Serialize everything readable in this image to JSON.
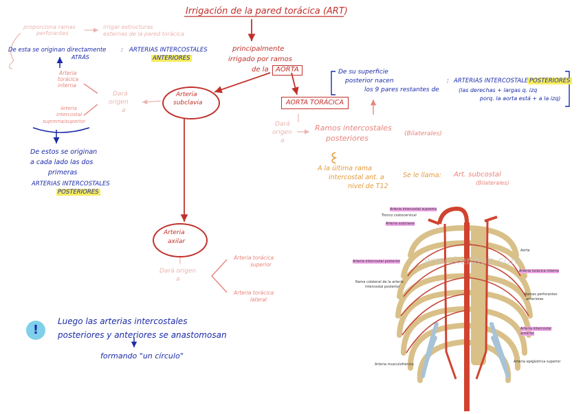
{
  "title": "Irrigación de la pared torácica (ART)",
  "principal": [
    "principalmente",
    "irrigado por ramos",
    "de la"
  ],
  "aorta_word": "AORTA",
  "top_left": {
    "perforantes": [
      "proporciona ramas",
      "perforantes"
    ],
    "irrigar": [
      "irrigar estructuras",
      "externas de la pared torácica"
    ],
    "directa": "De esta se originan directamente",
    "directa2": "ATRÁS",
    "arterias_intercostales": "ARTERIAS INTERCOSTALES",
    "anteriores": "ANTERIORES",
    "toracica_interna": [
      "Arteria",
      "torácica",
      "interna"
    ],
    "dara_origen": [
      "Dará",
      "origen",
      "a"
    ],
    "intercostal_suprema": [
      "Arteria",
      "intercostal",
      "suprema/superior"
    ],
    "de_estos": [
      "De estos se originan",
      "a cada lado las dos",
      "primeras"
    ],
    "ai_posteriores": [
      "ARTERIAS INTERCOSTALES",
      "POSTERIORES"
    ]
  },
  "subclavia": [
    "Arteria",
    "subclavia"
  ],
  "aorta_toracica": "AORTA TORÁCICA",
  "right_block": {
    "superficie": [
      "De su superficie",
      "posterior nacen"
    ],
    "nueve_pares": "los 9 pares restantes de",
    "arterias_post": "ARTERIAS INTERCOSTALES",
    "posteriores": "POSTERIORES",
    "nota": [
      "(las derechas + largas q. izq",
      "porq. la aorta está + a la izq)"
    ]
  },
  "ramos": {
    "dara": [
      "Dará",
      "origen",
      "a"
    ],
    "ramos_intercostales": [
      "Ramos intercostales",
      "posteriores"
    ],
    "bilaterales": "(Bilaterales)"
  },
  "ultima": {
    "texto": [
      "A la última rama",
      "intercostal ant. a",
      "nivel de T12"
    ],
    "se_le_llama": "Se le llama:",
    "subcostal": [
      "Art. subcostal",
      "(Bilaterales)"
    ]
  },
  "axilar": {
    "oval": [
      "Arteria",
      "axilar"
    ],
    "dara": [
      "Dará origen",
      "a"
    ],
    "superior": [
      "Arteria torácica",
      "superior"
    ],
    "lateral": [
      "Arteria torácica",
      "lateral"
    ]
  },
  "note": {
    "icon": "!",
    "line1": "Luego las arterias intercostales",
    "line2": "posteriores y anteriores se anastomosan",
    "line3": "formando \"un círculo\""
  },
  "figure": {
    "watermark": "www.kenhub.com",
    "labels": {
      "suprema": "Arteria intercostal suprema",
      "costocervical": "Tronco costocervical",
      "subclavia": "Arteria subclavia",
      "subcostal_post": "Arteria intercostal posterior",
      "rama_colateral": [
        "Rama colateral de la arteria",
        "intercostal posterior"
      ],
      "musculofrenica": "Arteria musculofrénica",
      "aorta": "Aorta",
      "toracica_interna": "Arteria torácica interna",
      "perforantes": [
        "Ramas perforantes",
        "anteriores"
      ],
      "ic_anterior": [
        "Arteria intercostal",
        "anterior"
      ],
      "epigastrica": "Arteria epigástrica superior"
    }
  }
}
